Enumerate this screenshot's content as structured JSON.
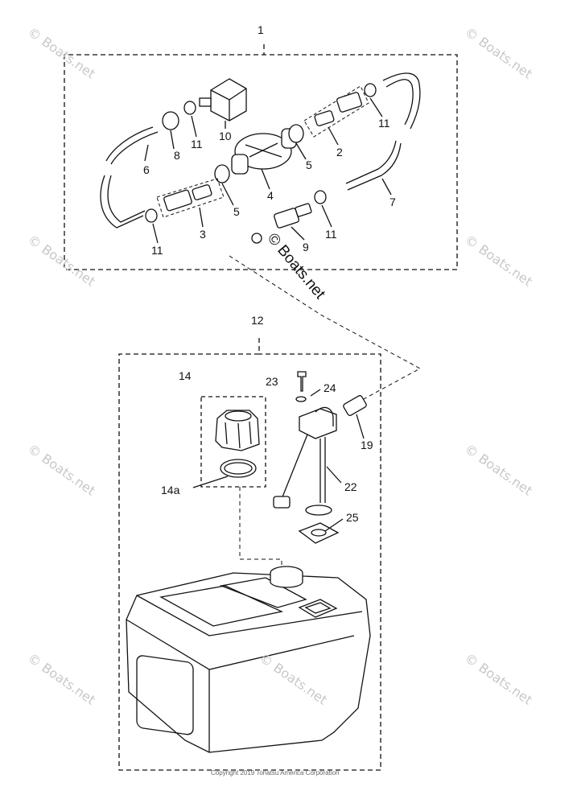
{
  "callouts": {
    "c1": "1",
    "c2": "2",
    "c3": "3",
    "c4": "4",
    "c5a": "5",
    "c5b": "5",
    "c6": "6",
    "c7": "7",
    "c8": "8",
    "c9": "9",
    "c10": "10",
    "c11a": "11",
    "c11b": "11",
    "c11c": "11",
    "c11d": "11",
    "c12": "12",
    "c14": "14",
    "c14a": "14a",
    "c19": "19",
    "c22": "22",
    "c23": "23",
    "c24": "24",
    "c25": "25"
  },
  "watermark": {
    "text": "© Boats.net",
    "main": "© Boats.net"
  },
  "footer": {
    "copyright": "Copyright 2019 Tohatsu America Corporation"
  },
  "colors": {
    "line": "#111111",
    "fill": "#ffffff",
    "shade": "#d9d9d9"
  }
}
